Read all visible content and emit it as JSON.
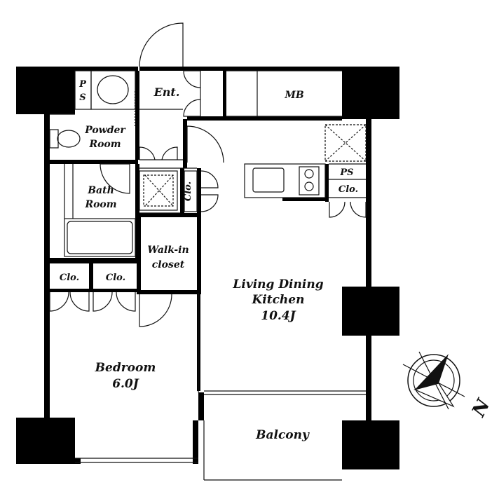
{
  "rooms": {
    "ps_top": "PS",
    "powder_line1": "Powder",
    "powder_line2": "Room",
    "entrance": "Ent.",
    "mb": "MB",
    "bath_line1": "Bath",
    "bath_line2": "Room",
    "closet_vertical": "Clo.",
    "ps_kitchen": "PS",
    "clo_kitchen": "Clo.",
    "walkin_line1": "Walk-in",
    "walkin_line2": "closet",
    "clo_left": "Clo.",
    "clo_right": "Clo.",
    "ldk_line1": "Living Dining",
    "ldk_line2": "Kitchen",
    "ldk_size": "10.4J",
    "bedroom_line1": "Bedroom",
    "bedroom_size": "6.0J",
    "balcony": "Balcony"
  },
  "compass": {
    "north_label": "N"
  },
  "colors": {
    "wall": "#000000",
    "line": "#111111",
    "background": "#ffffff"
  }
}
